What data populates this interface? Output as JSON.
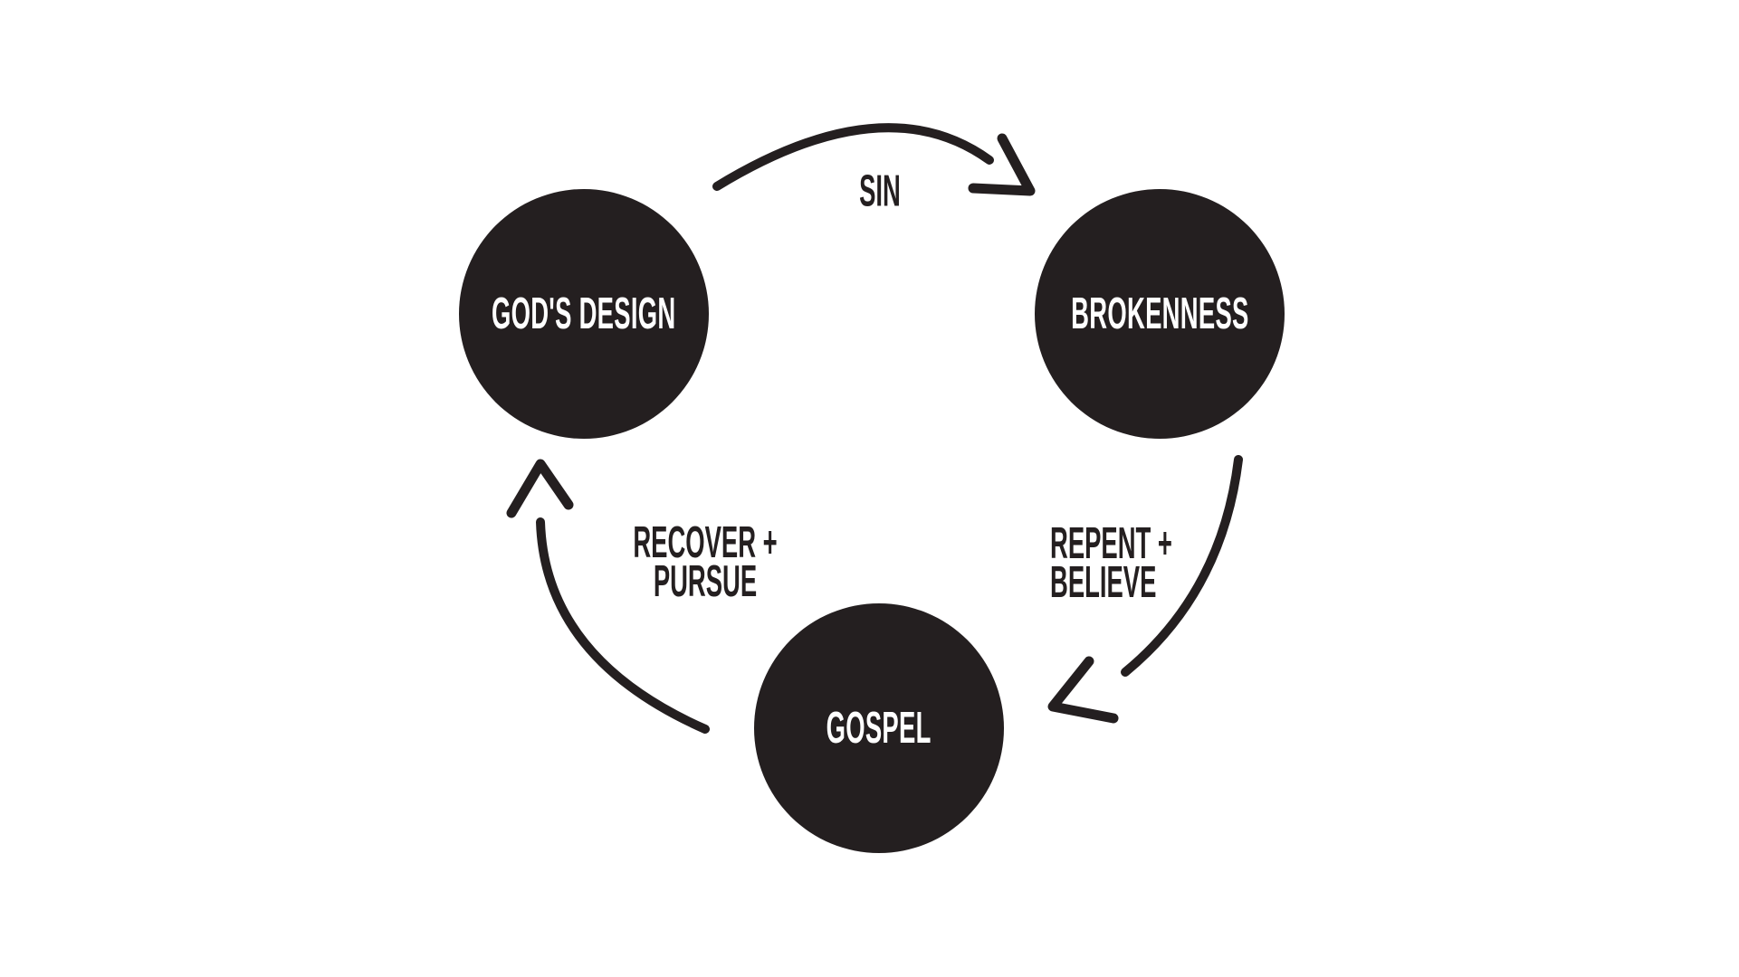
{
  "canvas": {
    "background_color": "#ffffff",
    "ink_color": "#241f20",
    "node_text_color": "#ffffff"
  },
  "diagram": {
    "title": "",
    "type": "cycle",
    "nodes": [
      {
        "id": "gods-design",
        "label": "GOD'S DESIGN"
      },
      {
        "id": "brokenness",
        "label": "BROKENNESS"
      },
      {
        "id": "gospel",
        "label": "GOSPEL"
      }
    ],
    "edges": [
      {
        "id": "sin",
        "label": "SIN",
        "from": "GOD'S DESIGN",
        "to": "BROKENNESS"
      },
      {
        "id": "repent-believe",
        "label_line1": "REPENT +",
        "label_line2": "BELIEVE",
        "from": "BROKENNESS",
        "to": "GOSPEL"
      },
      {
        "id": "recover-pursue",
        "label_line1": "RECOVER +",
        "label_line2": "PURSUE",
        "from": "GOSPEL",
        "to": "GOD'S DESIGN"
      }
    ]
  }
}
